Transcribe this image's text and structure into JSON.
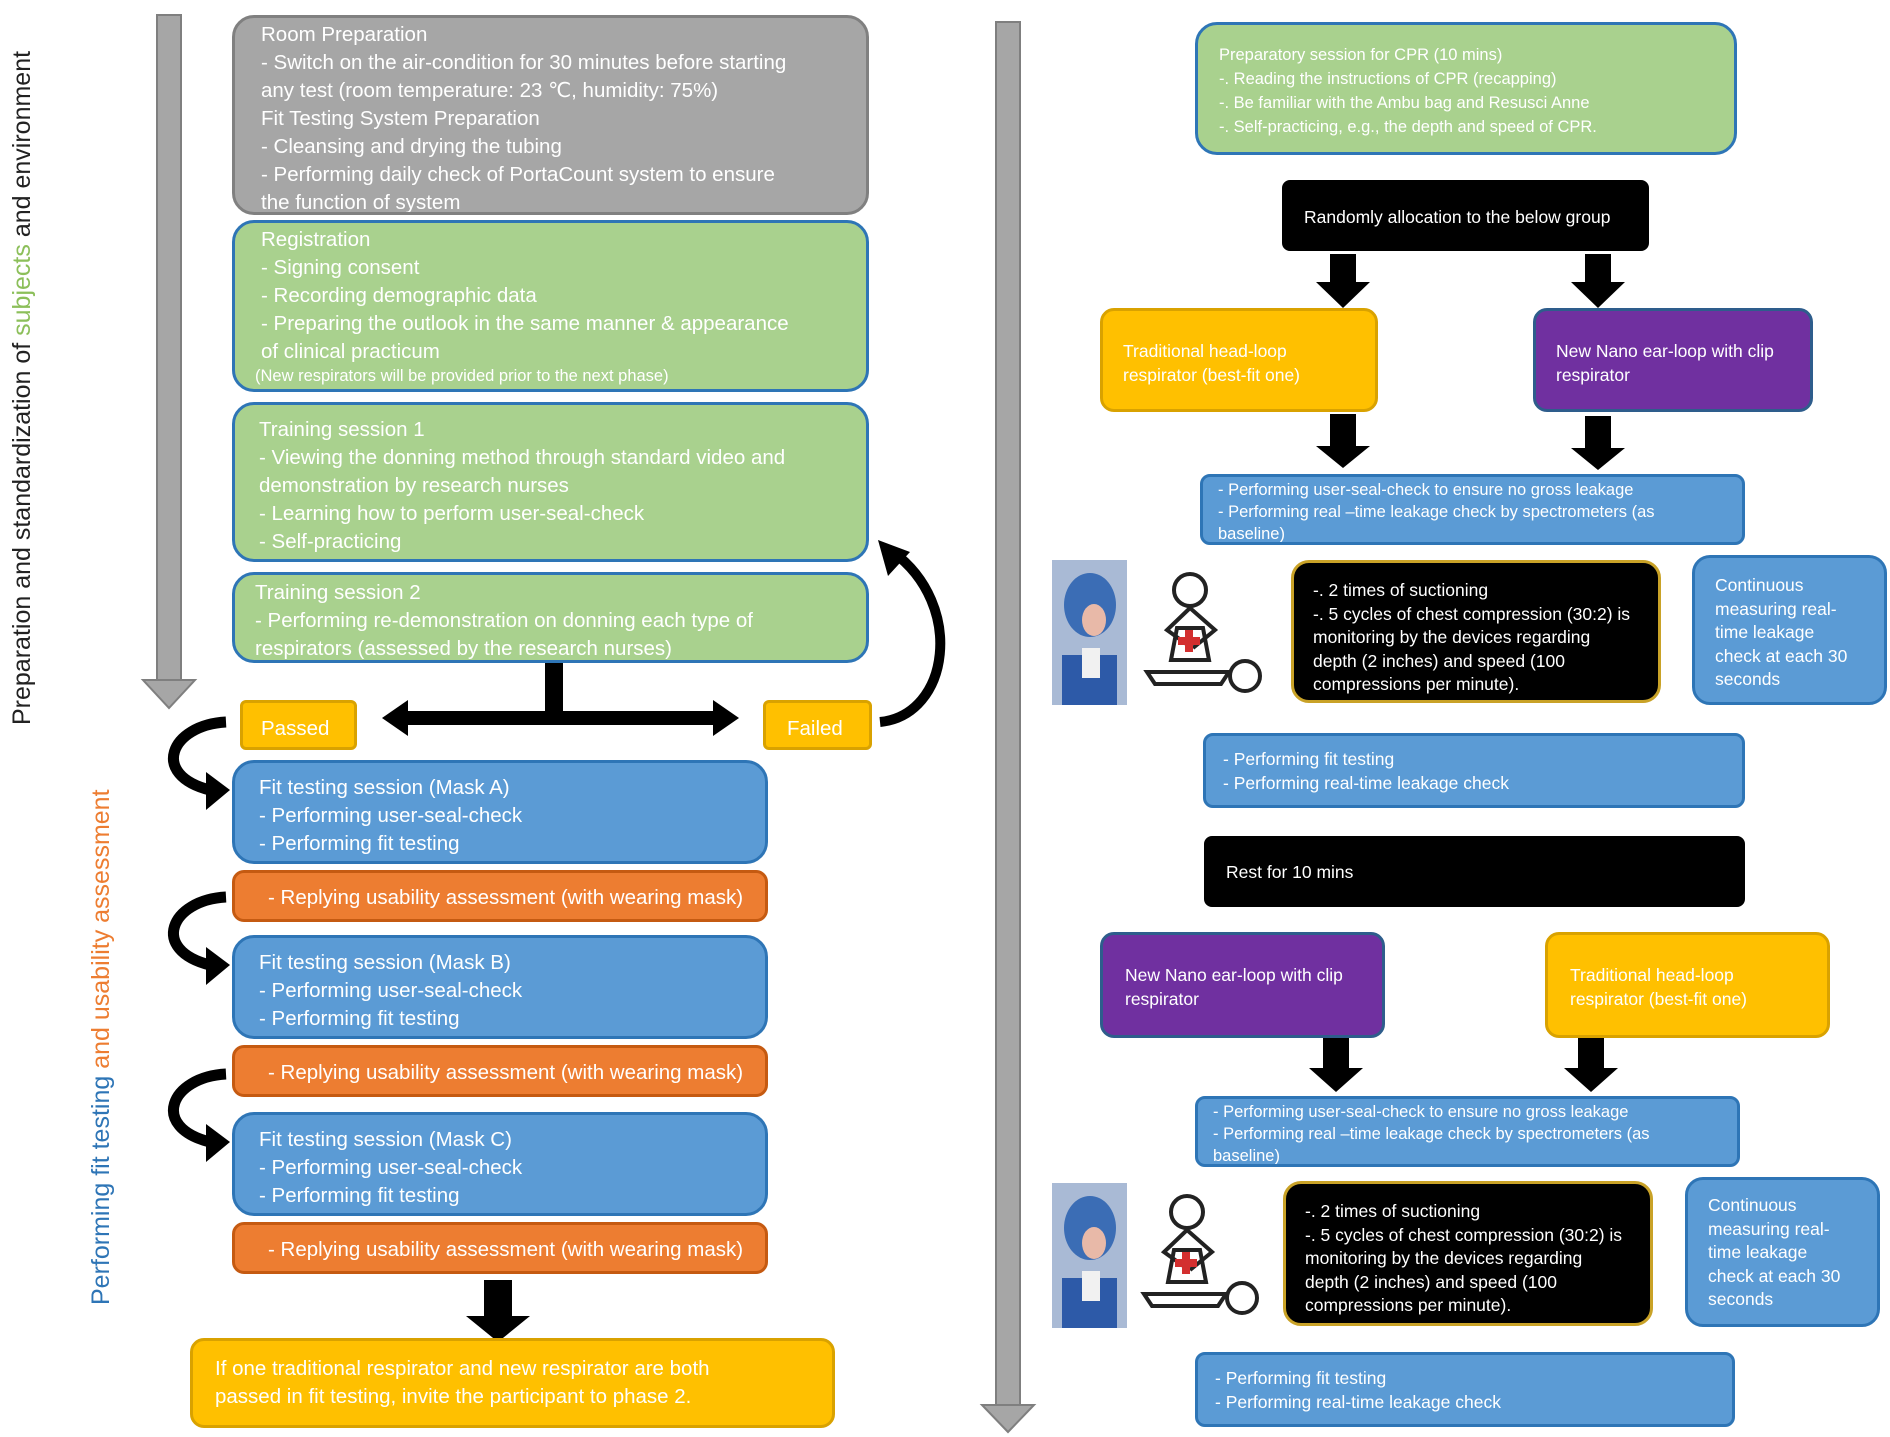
{
  "side_labels": {
    "preparation": {
      "part1": "Preparation and standardization of ",
      "part2": "subjects",
      "part3": " and environment"
    },
    "performing": {
      "part1": "Performing fit testing ",
      "part2": "and usability assessment"
    }
  },
  "left": {
    "room_prep": {
      "title": "Room Preparation",
      "line1": "- Switch on the air-condition for 30 minutes before starting",
      "line2": "any test (room temperature: 23 ℃, humidity: 75%)",
      "line3": "Fit Testing System Preparation",
      "line4": "- Cleansing and drying the tubing",
      "line5": "- Performing daily check of PortaCount system to ensure",
      "line6": "the function of system"
    },
    "registration": {
      "title": "Registration",
      "line1": "- Signing consent",
      "line2": "- Recording demographic data",
      "line3": "- Preparing the outlook in the same manner & appearance",
      "line4": "of clinical practicum",
      "note": "(New respirators will be provided prior to the next phase)"
    },
    "training1": {
      "title": "Training session 1",
      "line1": "- Viewing the donning method through standard video and",
      "line2": "demonstration by research nurses",
      "line3": "- Learning how to perform user-seal-check",
      "line4": "- Self-practicing"
    },
    "training2": {
      "title": "Training session 2",
      "line1": "- Performing re-demonstration on donning each type of",
      "line2": "respirators (assessed by the research nurses)"
    },
    "passed": "Passed",
    "failed": "Failed",
    "mask_a": {
      "title": "Fit testing session (Mask A)",
      "line1": "- Performing user-seal-check",
      "line2": "- Performing fit testing"
    },
    "usability_a": "- Replying usability assessment (with wearing mask)",
    "mask_b": {
      "title": "Fit testing session (Mask B)",
      "line1": "- Performing user-seal-check",
      "line2": "- Performing fit testing"
    },
    "usability_b": "- Replying usability assessment (with wearing mask)",
    "mask_c": {
      "title": "Fit testing session (Mask C)",
      "line1": "- Performing user-seal-check",
      "line2": "- Performing fit testing"
    },
    "usability_c": "- Replying usability assessment (with wearing mask)",
    "final": {
      "line1": "If one traditional respirator and new respirator are both",
      "line2": "passed in fit testing, invite the participant to phase 2."
    }
  },
  "right": {
    "preparatory": {
      "title": "Preparatory session for CPR (10 mins)",
      "line1": "-. Reading the instructions of CPR (recapping)",
      "line2": "-. Be familiar with the Ambu bag and Resusci Anne",
      "line3": "-. Self-practicing, e.g., the depth and speed of CPR."
    },
    "random": "Randomly allocation to the below group",
    "traditional_1": {
      "line1": "Traditional head-loop",
      "line2": "respirator (best-fit one)"
    },
    "nano_1": {
      "line1": "New Nano ear-loop with clip",
      "line2": "respirator"
    },
    "check_1": {
      "line1": "- Performing user-seal-check to ensure no gross leakage",
      "line2": "- Performing real –time leakage check by spectrometers (as",
      "line3": "baseline)"
    },
    "cpr_1": {
      "line1": "-. 2 times of suctioning",
      "line2": "-. 5 cycles of chest compression (30:2) is",
      "line3": "monitoring by the devices regarding",
      "line4": "depth (2 inches) and speed (100",
      "line5": "compressions per minute)."
    },
    "continuous_1": {
      "line1": "Continuous",
      "line2": "measuring real-",
      "line3": "time leakage",
      "line4": "check at each 30",
      "line5": "seconds"
    },
    "fit_1": {
      "line1": "- Performing fit testing",
      "line2": "- Performing real-time leakage check"
    },
    "rest": "Rest for 10 mins",
    "nano_2": {
      "line1": "New Nano ear-loop with clip",
      "line2": "respirator"
    },
    "traditional_2": {
      "line1": "Traditional head-loop",
      "line2": "respirator (best-fit one)"
    },
    "check_2": {
      "line1": "- Performing user-seal-check to ensure no gross leakage",
      "line2": "- Performing real –time leakage check by spectrometers (as",
      "line3": "baseline)"
    },
    "cpr_2": {
      "line1": "-. 2 times of suctioning",
      "line2": "-. 5 cycles of chest compression (30:2) is",
      "line3": "monitoring by the devices regarding",
      "line4": "depth (2 inches) and speed (100",
      "line5": "compressions per minute)."
    },
    "continuous_2": {
      "line1": "Continuous",
      "line2": "measuring real-",
      "line3": "time leakage",
      "line4": "check at each 30",
      "line5": "seconds"
    },
    "fit_2": {
      "line1": "- Performing fit testing",
      "line2": "- Performing real-time leakage check"
    }
  },
  "colors": {
    "gray": "#a6a6a6",
    "green": "#a9d18e",
    "blue": "#5b9bd5",
    "orange": "#ed7d31",
    "yellow": "#ffc000",
    "purple": "#7030a0",
    "black": "#000000",
    "label_green": "#8cbf5a",
    "label_orange": "#ed7d31",
    "label_blue": "#2e75b6"
  },
  "icons": [
    "timeline-arrow",
    "flow-arrow",
    "curved-arrow",
    "intubation-photo",
    "cpr-icon"
  ]
}
